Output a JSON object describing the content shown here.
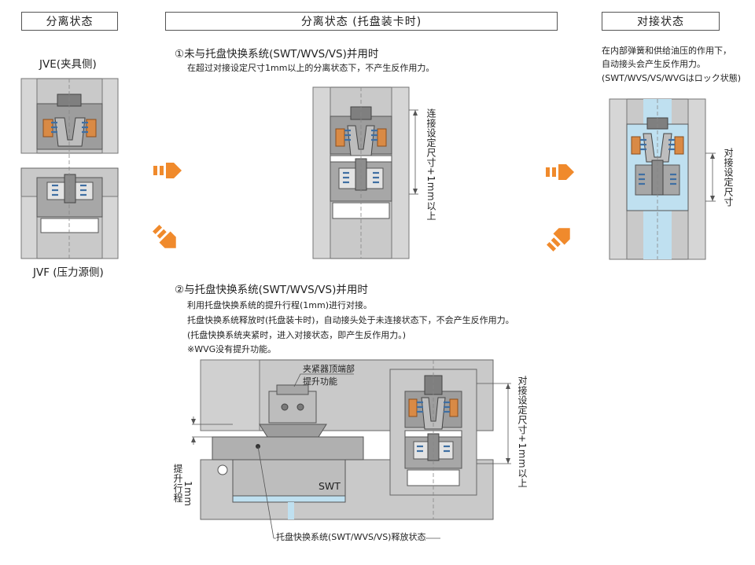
{
  "headers": {
    "left": "分离状态",
    "middle": "分离状态 (托盘装卡时)",
    "right": "对接状态"
  },
  "left_labels": {
    "jve": "JVE(夹具侧)",
    "jvf": "JVF (压力源侧)"
  },
  "case1": {
    "title": "①未与托盘快换系统(SWT/WVS/VS)并用时",
    "desc": "在超过对接设定尺寸1mm以上的分离状态下，不产生反作用力。",
    "dim_label": "连接设定尺寸+1mm以上"
  },
  "right_panel": {
    "line1": "在内部弹簧和供给油压的作用下，",
    "line2": "自动接头会产生反作用力。",
    "line3": "(SWT/WVS/VS/WVGはロック状態)",
    "dim_label": "对接设定尺寸"
  },
  "case2": {
    "title": "②与托盘快换系统(SWT/WVS/VS)并用时",
    "line1": "利用托盘快换系统的提升行程(1mm)进行对接。",
    "line2": "托盘快换系统释放时(托盘装卡时)，自动接头处于未连接状态下，不会产生反作用力。",
    "line3": "(托盘快换系统夹紧时，进入对接状态，即产生反作用力。)",
    "line4": "※WVG没有提升功能。",
    "callout1": "夹紧器顶端部",
    "callout2": "提升功能",
    "swt_label": "SWT",
    "stroke_label": "提升行程",
    "stroke_value": "1mm",
    "dim_label": "对接设定尺寸+1mm以上",
    "bottom_caption": "托盘快换系统(SWT/WVS/VS)释放状态"
  },
  "colors": {
    "body_gray": "#c9c9c9",
    "dark_gray": "#7a7a7a",
    "mid_gray": "#a7a7a7",
    "spring_blue": "#3f6fa3",
    "seal_orange": "#d98a45",
    "oil_blue": "#bfe0f0",
    "arrow_orange": "#f08a2c"
  }
}
